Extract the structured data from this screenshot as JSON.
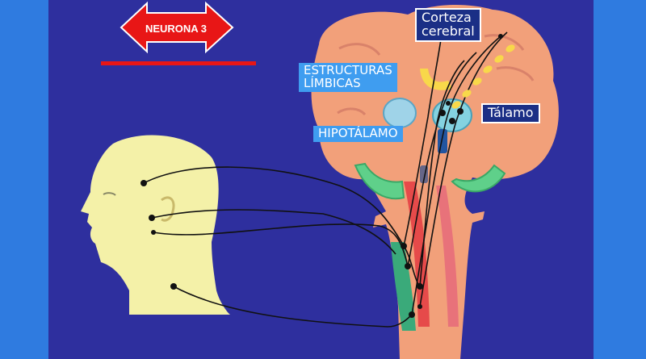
{
  "diagram": {
    "arrow_label": "NEURONA 3",
    "labels": {
      "corteza": "Corteza\ncerebral",
      "limbicas": "ESTRUCTURAS\nLÍMBICAS",
      "hipotalamo": "HIPOTÁLAMO",
      "talamo": "Tálamo"
    },
    "colors": {
      "page_bg": "#2f7be0",
      "panel_bg": "#2e2f9e",
      "brain": "#f2a07a",
      "head": "#f4f1a8",
      "arrow": "#e81616",
      "cyan_label": "#3f9df0",
      "dark_label": "#1b2f86"
    }
  }
}
